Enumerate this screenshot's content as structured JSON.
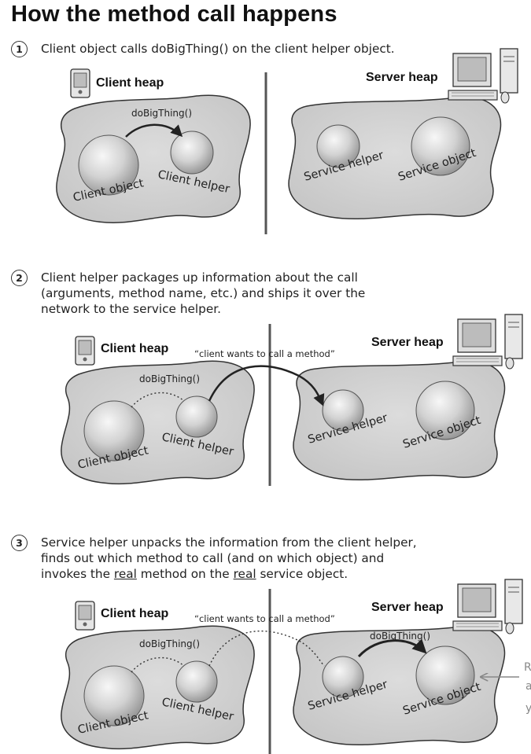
{
  "title": "How the method call happens",
  "steps": [
    {
      "number": "1",
      "lines": [
        "Client object calls doBigThing() on the client helper object."
      ],
      "client_heap_label": "Client heap",
      "server_heap_label": "Server heap",
      "call_label": "doBigThing()",
      "client_object": "Client object",
      "client_helper": "Client helper",
      "service_helper": "Service helper",
      "service_object": "Service object"
    },
    {
      "number": "2",
      "lines": [
        "Client helper packages up information about the call",
        "(arguments, method name, etc.) and ships it over the",
        "network to the service helper."
      ],
      "client_heap_label": "Client heap",
      "server_heap_label": "Server heap",
      "call_label": "doBigThing()",
      "quote_label": "“client wants to call a method”",
      "client_object": "Client object",
      "client_helper": "Client helper",
      "service_helper": "Service helper",
      "service_object": "Service object"
    },
    {
      "number": "3",
      "line1": "Service helper unpacks the information from the client helper,",
      "line2": "finds out which method to call (and on which object) and",
      "line3_a": "invokes the ",
      "line3_u1": "real",
      "line3_b": " method on the ",
      "line3_u2": "real",
      "line3_c": " service object.",
      "client_heap_label": "Client heap",
      "server_heap_label": "Server heap",
      "call_label": "doBigThing()",
      "server_call_label": "doBigThing()",
      "quote_label": "“client wants to call a method”",
      "client_object": "Client object",
      "client_helper": "Client helper",
      "service_helper": "Service helper",
      "service_object": "Service object",
      "side_note": [
        "R",
        "a",
        "y"
      ]
    }
  ]
}
